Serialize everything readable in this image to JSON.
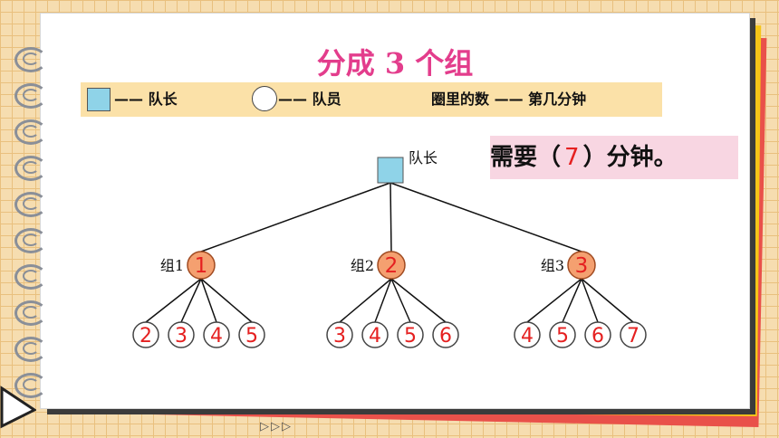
{
  "title": "分成 3 个组",
  "legend": {
    "leader_text": "—— 队长",
    "member_text": "—— 队员",
    "circle_meaning": "圈里的数 —— 第几分钟"
  },
  "answer": {
    "prefix": "需要（",
    "value": "7",
    "suffix": "）分钟。"
  },
  "tree": {
    "leader_label": "队长",
    "groups": [
      {
        "label": "组1",
        "minute": "1",
        "members": [
          "2",
          "3",
          "4",
          "5"
        ]
      },
      {
        "label": "组2",
        "minute": "2",
        "members": [
          "3",
          "4",
          "5",
          "6"
        ]
      },
      {
        "label": "组3",
        "minute": "3",
        "members": [
          "4",
          "5",
          "6",
          "7"
        ]
      }
    ]
  },
  "nav_arrows": "▷▷▷",
  "colors": {
    "leader_fill": "#8fd3e8",
    "group_fill": "#f4a070",
    "number_red": "#e52020",
    "title_pink": "#e33d8c",
    "legend_bg": "#fbe1a8",
    "answer_bg": "#f8d6e2"
  }
}
